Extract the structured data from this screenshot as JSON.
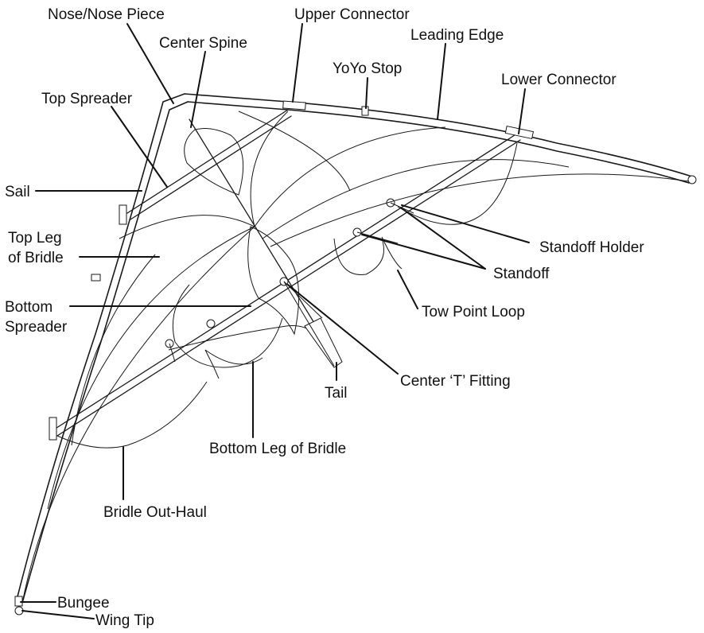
{
  "labels": {
    "nose": "Nose/Nose Piece",
    "upper_connector": "Upper Connector",
    "center_spine": "Center Spine",
    "leading_edge": "Leading Edge",
    "yoyo_stop": "YoYo Stop",
    "lower_connector": "Lower Connector",
    "top_spreader": "Top Spreader",
    "sail": "Sail",
    "top_leg_line1": "Top Leg",
    "top_leg_line2": "of Bridle",
    "standoff_holder": "Standoff Holder",
    "standoff": "Standoff",
    "bottom_spreader_line1": "Bottom",
    "bottom_spreader_line2": "Spreader",
    "tow_point_loop": "Tow Point Loop",
    "center_t_fitting": "Center ‘T’ Fitting",
    "tail": "Tail",
    "bottom_leg": "Bottom Leg of Bridle",
    "bridle_outhaul": "Bridle Out-Haul",
    "bungee": "Bungee",
    "wing_tip": "Wing Tip"
  }
}
